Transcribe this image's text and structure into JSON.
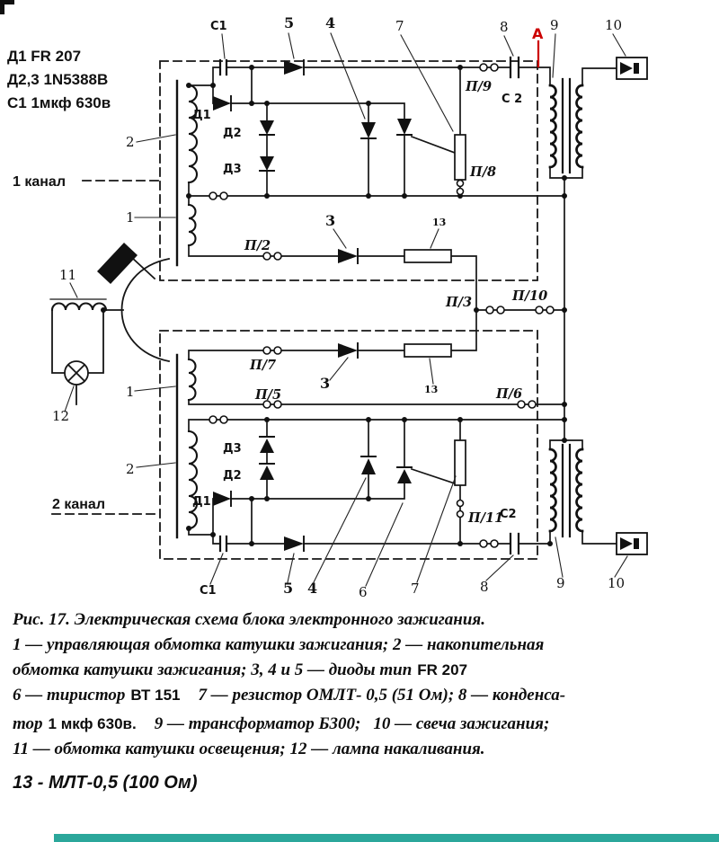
{
  "colors": {
    "accent_red": "#cc0000",
    "teal_strip": "#2ba79b",
    "ink": "#111111"
  },
  "notes": {
    "line1": "Д1 FR 207",
    "line2": "Д2,3 1N5388В",
    "line3": "С1 1мкф 630в",
    "channel1": "1 канал",
    "channel2": "2 канал"
  },
  "labels_top": {
    "c1": "С1",
    "n5": "5",
    "n4": "4",
    "n7": "7",
    "n8": "8",
    "a": "А",
    "n9": "9",
    "n10": "10"
  },
  "labels_ch1": {
    "d1": "Д1",
    "d2": "Д2",
    "d3": "Д3",
    "w2": "2",
    "w1": "1",
    "p9": "П/9",
    "c2": "С 2",
    "p8": "П/8",
    "p2": "П/2",
    "n3": "3",
    "n13": "13",
    "p3": "П/3",
    "p10": "П/10"
  },
  "labels_left": {
    "n11": "11",
    "n12": "12"
  },
  "labels_ch2": {
    "p7": "П/7",
    "p5": "П/5",
    "p6": "П/6",
    "w1": "1",
    "w2": "2",
    "d3": "Д3",
    "d2": "Д2",
    "d1": "Д1",
    "n3": "3",
    "n13": "13",
    "p11": "П/11",
    "c2": "С2"
  },
  "labels_bottom": {
    "c1": "С1",
    "n5": "5",
    "n4": "4",
    "n6": "6",
    "n7": "7",
    "n8": "8",
    "n9": "9",
    "n10": "10"
  },
  "caption": {
    "l1": "Рис. 17. Электрическая схема блока электронного зажигания.",
    "l2": "1 — управляющая обмотка катушки зажигания; 2 — накопительная",
    "l3a": "обмотка катушки зажигания; 3, 4 и 5 — диоды тип",
    "l3b": "FR 207",
    "l4a": "6 — тиристор",
    "l4b": "ВТ 151",
    "l4c": "7 — резистор ОМЛТ- 0,5 (51 Ом); 8 — конденса-",
    "l5a": "тор",
    "l5b": "1 мкф 630в.",
    "l5c": "9 — трансформатор Б300;",
    "l5d": "10 — свеча  зажигания;",
    "l6": "11 — обмотка катушки освещения; 12 — лампа накаливания.",
    "l7": "13 - МЛТ-0,5  (100 Ом)"
  }
}
